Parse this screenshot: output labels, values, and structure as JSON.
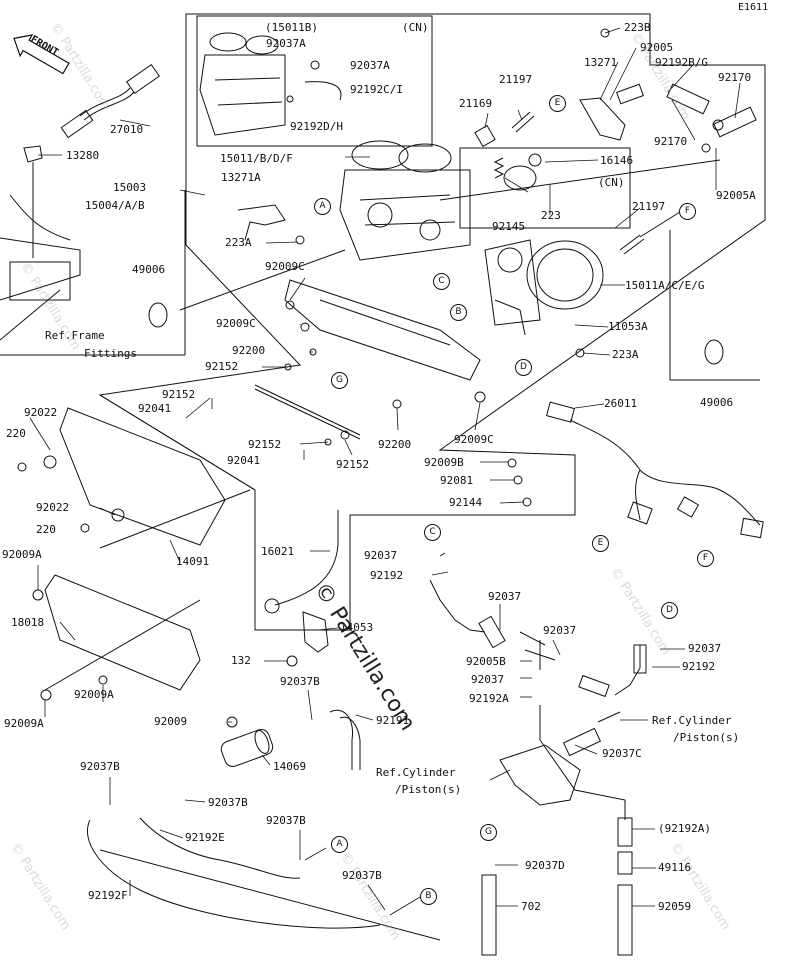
{
  "diagram_code": "E1611",
  "front_arrow_label": "FRONT",
  "watermark": "© Partzilla.com",
  "watermark_small": "© Partzilla.com",
  "inset": {
    "region_label": "(CN)",
    "parts": [
      "(15011B)",
      "92037A",
      "92037A",
      "92192C/I",
      "92192D/H"
    ]
  },
  "cn_label_2": "(CN)",
  "callouts": {
    "A": "A",
    "B": "B",
    "C": "C",
    "D": "D",
    "E": "E",
    "F": "F",
    "G": "G"
  },
  "labels": {
    "p223B": "223B",
    "p92005": "92005",
    "p13271": "13271",
    "p92192BG": "92192B/G",
    "p92170a": "92170",
    "p21197a": "21197",
    "p21169": "21169",
    "p92170b": "92170",
    "p27010": "27010",
    "p13280": "13280",
    "p15011BDF": "15011/B/D/F",
    "p13271A": "13271A",
    "p16146": "16146",
    "p15003": "15003",
    "p15004AB": "15004/A/B",
    "p92005A": "92005A",
    "p92145": "92145",
    "p223": "223",
    "p21197b": "21197",
    "p223A_1": "223A",
    "p49006a": "49006",
    "p92009C_1": "92009C",
    "p15011ACEG": "15011A/C/E/G",
    "p92009C_2": "92009C",
    "p11053A": "11053A",
    "ref_frame_1": "Ref.Frame",
    "ref_frame_2": "Fittings",
    "p92200a": "92200",
    "p92152a": "92152",
    "p223A_2": "223A",
    "p49006b": "49006",
    "p92152b": "92152",
    "p92041a": "92041",
    "p26011": "26011",
    "p92022a": "92022",
    "p220a": "220",
    "p92152c": "92152",
    "p92200b": "92200",
    "p92009C_3": "92009C",
    "p92041b": "92041",
    "p92152d": "92152",
    "p92009B": "92009B",
    "p92081": "92081",
    "p92144": "92144",
    "p92022b": "92022",
    "p220b": "220",
    "p14091": "14091",
    "p16021": "16021",
    "p92037a": "92037",
    "p92192a": "92192",
    "p92009A_1": "92009A",
    "p92037b": "92037",
    "p18018": "18018",
    "p14053": "14053",
    "p92037c": "92037",
    "p92037d": "92037",
    "p132": "132",
    "p92005B": "92005B",
    "p92192b": "92192",
    "p92037e": "92037",
    "p92192A": "92192A",
    "p92037B_1": "92037B",
    "p92009A_2": "92009A",
    "p92009A_3": "92009A",
    "p92009": "92009",
    "p92191": "92191",
    "ref_cyl_1a": "Ref.Cylinder",
    "ref_cyl_1b": "/Piston(s)",
    "p14069": "14069",
    "p92037C": "92037C",
    "ref_cyl_2a": "Ref.Cylinder",
    "ref_cyl_2b": "/Piston(s)",
    "p92037B_2": "92037B",
    "p92037B_3": "92037B",
    "p92037B_4": "92037B",
    "p92192E": "92192E",
    "p92192A_paren": "(92192A)",
    "p92037D": "92037D",
    "p49116": "49116",
    "p92037B_5": "92037B",
    "p92192F": "92192F",
    "p702": "702",
    "p92059": "92059"
  }
}
